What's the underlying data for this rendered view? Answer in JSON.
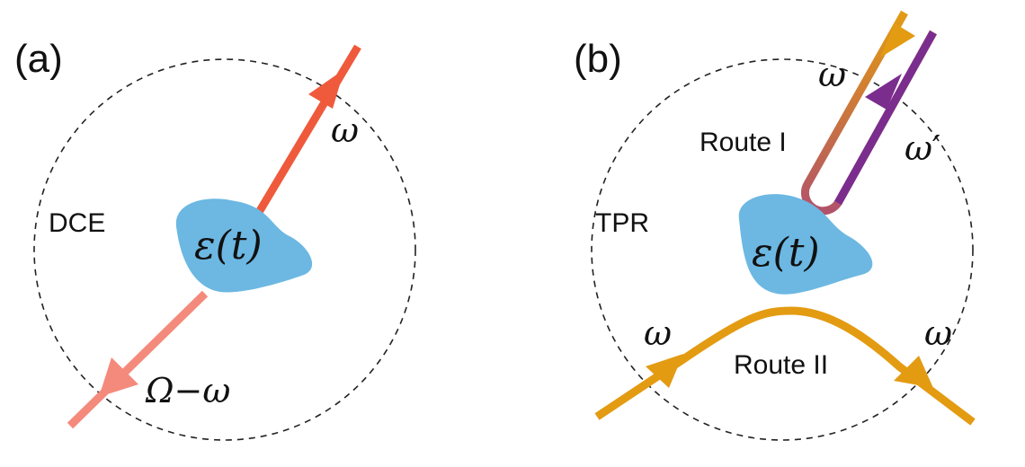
{
  "panel_a": {
    "label": "(a)",
    "region": "DCE",
    "blob": "ε(t)",
    "outgoing_freq": "ω",
    "lower_freq": "Ω−ω"
  },
  "panel_b": {
    "label": "(b)",
    "region": "TPR",
    "blob": "ε(t)",
    "route1_in_freq": "ω",
    "route1_out_freq": "ω′",
    "route1_label": "Route I",
    "route2_label": "Route II",
    "route2_in_freq": "ω",
    "route2_out_freq": "ω"
  },
  "colors": {
    "red_orange": "#ef5a3c",
    "salmon": "#f48a7c",
    "orange": "#e39b12",
    "purple": "#7b2d8e",
    "blob": "#6cb8e2"
  }
}
